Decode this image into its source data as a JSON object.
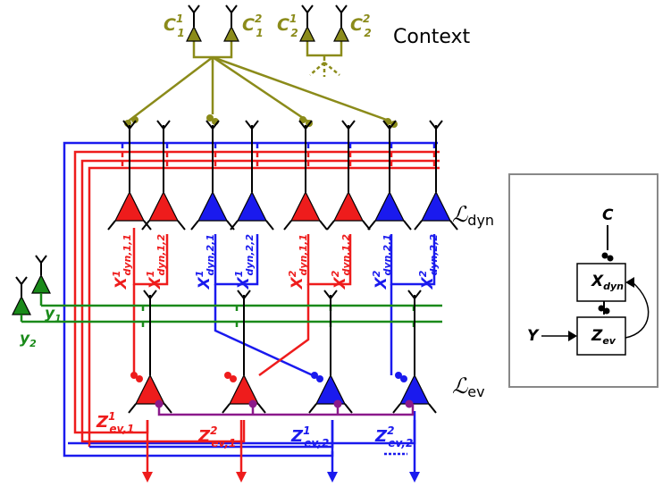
{
  "colors": {
    "context": "#8b8b1a",
    "red": "#ee1c1c",
    "blue": "#1a1aee",
    "green": "#1a8a1a",
    "purple": "#8b1a8b",
    "black": "#000000",
    "box_border": "#888888"
  },
  "context": {
    "title": "Context",
    "neurons": [
      {
        "base": "C",
        "sup": "1",
        "sub": "1"
      },
      {
        "base": "C",
        "sup": "2",
        "sub": "1"
      },
      {
        "base": "C",
        "sup": "1",
        "sub": "2"
      },
      {
        "base": "C",
        "sup": "2",
        "sub": "2"
      }
    ]
  },
  "layers": {
    "dyn": {
      "script": "ℒ",
      "sub": "dyn"
    },
    "ev": {
      "script": "ℒ",
      "sub": "ev"
    }
  },
  "dyn_neurons": [
    {
      "base": "X",
      "sup": "1",
      "sub": "dyn,1,1",
      "color": "red"
    },
    {
      "base": "X",
      "sup": "1",
      "sub": "dyn,1,2",
      "color": "red"
    },
    {
      "base": "X",
      "sup": "1",
      "sub": "dyn,2,1",
      "color": "blue"
    },
    {
      "base": "X",
      "sup": "1",
      "sub": "dyn,2,2",
      "color": "blue"
    },
    {
      "base": "X",
      "sup": "2",
      "sub": "dyn,1,1",
      "color": "red"
    },
    {
      "base": "X",
      "sup": "2",
      "sub": "dyn,1,2",
      "color": "red"
    },
    {
      "base": "X",
      "sup": "2",
      "sub": "dyn,2,1",
      "color": "blue"
    },
    {
      "base": "X",
      "sup": "2",
      "sub": "dyn,2,2",
      "color": "blue"
    }
  ],
  "ev_neurons": [
    {
      "base": "Z",
      "sup": "1",
      "sub": "ev,1",
      "color": "red"
    },
    {
      "base": "Z",
      "sup": "2",
      "sub": "ev,1",
      "color": "red"
    },
    {
      "base": "Z",
      "sup": "1",
      "sub": "ev,2",
      "color": "blue"
    },
    {
      "base": "Z",
      "sup": "2",
      "sub": "ev,2",
      "color": "blue"
    }
  ],
  "inputs": [
    {
      "base": "y",
      "sub": "1"
    },
    {
      "base": "y",
      "sub": "2"
    }
  ],
  "inset": {
    "c_label": "C",
    "y_label": "Y",
    "x_box": {
      "base": "X",
      "sub": "dyn"
    },
    "z_box": {
      "base": "Z",
      "sub": "ev"
    }
  }
}
